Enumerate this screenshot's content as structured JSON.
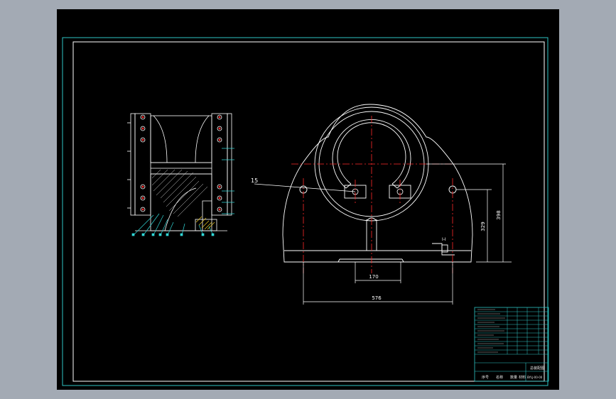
{
  "drawing": {
    "balloon_label": "15",
    "dim_bottom_base": "170",
    "dim_overall_width": "576",
    "dim_height_outer": "398",
    "dim_height_inner": "329",
    "section_label": "I-I"
  },
  "title_block": {
    "drawing_name": "总装配图",
    "drawing_number": "BYLJ-00-00",
    "header_cells": [
      "序号",
      "名称",
      "数量",
      "材料"
    ]
  },
  "colors": {
    "page_background": "#a3aab4",
    "sheet_background": "#000000",
    "border": "#2ec4c4",
    "geometry": "#ffffff",
    "centerline": "#ff2a2a",
    "callout": "#31d6d6",
    "hatch_yellow": "#e0c020"
  }
}
